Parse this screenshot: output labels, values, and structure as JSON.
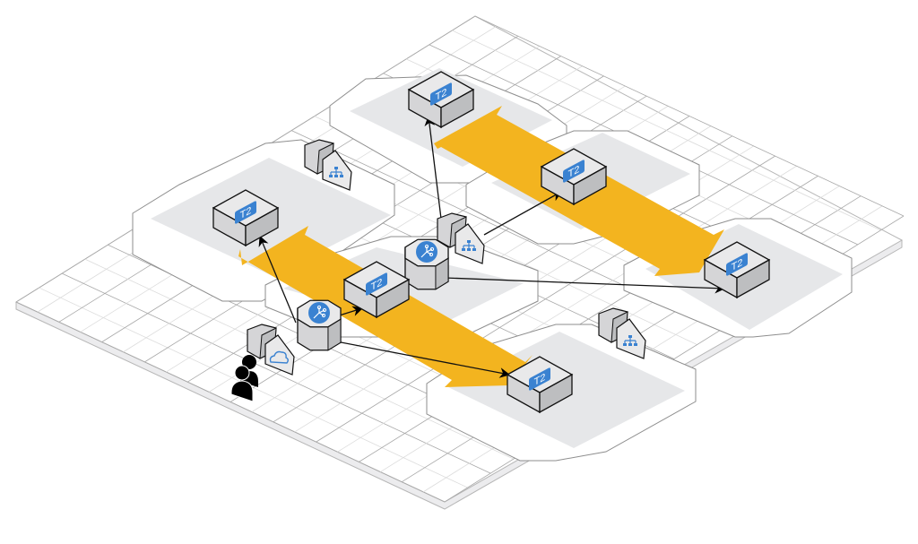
{
  "diagram": {
    "type": "isometric-cloud-architecture",
    "colors": {
      "accent_blue": "#3a82d1",
      "flow_orange": "#f3b41f",
      "zone_fill": "#e6e7e9",
      "grid_line": "#9a9a9a",
      "node_top": "#e9e9ea",
      "node_left": "#d5d5d7",
      "node_right": "#bdbec0",
      "user": "#000000"
    },
    "instances": [
      {
        "id": "ec2-top",
        "label": "T2"
      },
      {
        "id": "ec2-upper-middle",
        "label": "T2"
      },
      {
        "id": "ec2-left",
        "label": "T2"
      },
      {
        "id": "ec2-center",
        "label": "T2"
      },
      {
        "id": "ec2-right",
        "label": "T2"
      },
      {
        "id": "ec2-bottom",
        "label": "T2"
      }
    ],
    "load_balancers": [
      {
        "id": "elb-front",
        "icon": "load-balancer-icon"
      },
      {
        "id": "elb-back",
        "icon": "load-balancer-icon"
      }
    ],
    "gateways": [
      {
        "id": "gateway-cloud",
        "icon": "cloud-icon"
      },
      {
        "id": "gateway-network-top",
        "icon": "network-hierarchy-icon"
      },
      {
        "id": "gateway-network-center",
        "icon": "network-hierarchy-icon"
      },
      {
        "id": "gateway-network-right",
        "icon": "network-hierarchy-icon"
      }
    ],
    "user": {
      "icon": "users-icon"
    },
    "flows": [
      {
        "id": "replication-flow-1",
        "from": "ec2-left",
        "to": "ec2-bottom",
        "style": "double-arrow"
      },
      {
        "id": "replication-flow-2",
        "from": "ec2-top",
        "to": "ec2-right",
        "style": "double-arrow"
      }
    ],
    "connections": [
      {
        "from": "elb-front",
        "to": "ec2-left"
      },
      {
        "from": "elb-front",
        "to": "ec2-center"
      },
      {
        "from": "elb-front",
        "to": "ec2-bottom"
      },
      {
        "from": "elb-back",
        "to": "ec2-right"
      },
      {
        "from": "gateway-network-center",
        "to": "ec2-top"
      },
      {
        "from": "gateway-network-center",
        "to": "ec2-upper-middle"
      }
    ]
  }
}
